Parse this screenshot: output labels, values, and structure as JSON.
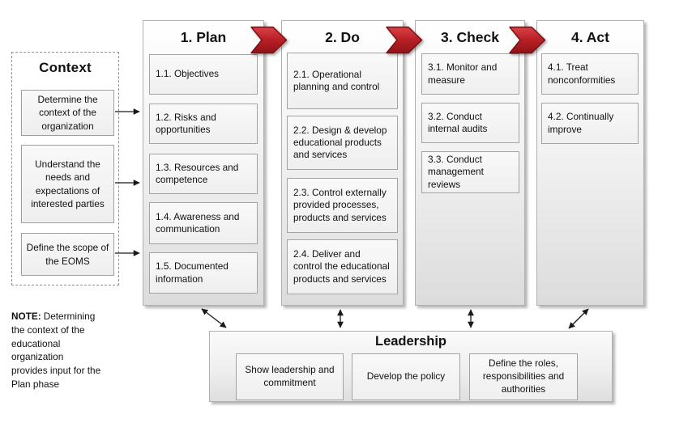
{
  "context": {
    "title": "Context",
    "items": [
      "Determine the context of the organization",
      "Understand the needs and expectations of interested parties",
      "Define the scope of the EOMS"
    ]
  },
  "columns": [
    {
      "id": "plan",
      "title": "1. Plan",
      "items": [
        "1.1. Objectives",
        "1.2. Risks and opportunities",
        "1.3. Resources and competence",
        "1.4. Awareness and communication",
        "1.5. Documented information"
      ]
    },
    {
      "id": "do",
      "title": "2. Do",
      "items": [
        "2.1. Operational planning and control",
        "2.2. Design & develop educational products and services",
        "2.3. Control externally provided processes, products and services",
        "2.4. Deliver and control the educational products and services"
      ]
    },
    {
      "id": "check",
      "title": "3. Check",
      "items": [
        "3.1. Monitor and measure",
        "3.2. Conduct internal audits",
        "3.3. Conduct management reviews"
      ]
    },
    {
      "id": "act",
      "title": "4. Act",
      "items": [
        "4.1. Treat nonconformities",
        "4.2. Continually improve"
      ]
    }
  ],
  "leadership": {
    "title": "Leadership",
    "items": [
      "Show leadership and commitment",
      "Develop the policy",
      "Define the roles, responsibilities and authorities"
    ]
  },
  "note": {
    "label": "NOTE:",
    "line1": "Determining",
    "lines": [
      "the context of the",
      "educational",
      "organization",
      "provides input for the",
      "Plan phase"
    ]
  },
  "colors": {
    "chevron_red": "#bc2127",
    "chevron_red_light": "#d84348",
    "chevron_red_dark": "#8f1216",
    "chevron_border": "#7a0e12",
    "box_border": "#a3a3a3",
    "column_border": "#b0b0b0",
    "connector_black": "#1a1a1a"
  }
}
